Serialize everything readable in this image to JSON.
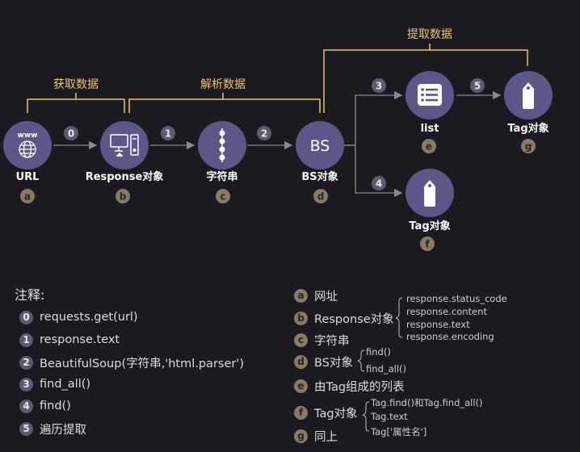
{
  "colors": {
    "background": "#1b1a20",
    "node": "#5d5787",
    "bracket": "#e9c46a",
    "badge_step": "#5e5a6e",
    "badge_letter": "#857b67",
    "arrow": "#8c8894"
  },
  "brackets": {
    "fetch": "获取数据",
    "parse": "解析数据",
    "extract": "提取数据"
  },
  "nodes": [
    {
      "id": "url",
      "icon": "www-globe-icon",
      "label": "URL",
      "letter": "a"
    },
    {
      "id": "response",
      "icon": "computer-icon",
      "label": "Response对象",
      "letter": "b"
    },
    {
      "id": "string",
      "icon": "string-beads-icon",
      "label": "字符串",
      "letter": "c"
    },
    {
      "id": "bs",
      "icon": "bs-text-icon",
      "icon_text": "BS",
      "label": "BS对象",
      "letter": "d"
    },
    {
      "id": "list",
      "icon": "list-icon",
      "label": "list",
      "letter": "e"
    },
    {
      "id": "tag-bottom",
      "icon": "tag-icon",
      "label": "Tag对象",
      "letter": "f"
    },
    {
      "id": "tag-right",
      "icon": "tag-icon",
      "label": "Tag对象",
      "letter": "g"
    }
  ],
  "steps": [
    "0",
    "1",
    "2",
    "3",
    "4",
    "5"
  ],
  "notes": {
    "title": "注释:",
    "steps": [
      {
        "num": "0",
        "text": "requests.get(url)"
      },
      {
        "num": "1",
        "text": "response.text"
      },
      {
        "num": "2",
        "text": "BeautifulSoup(字符串,'html.parser')"
      },
      {
        "num": "3",
        "text": "find_all()"
      },
      {
        "num": "4",
        "text": "find()"
      },
      {
        "num": "5",
        "text": "遍历提取"
      }
    ],
    "legend": [
      {
        "letter": "a",
        "text": "网址"
      },
      {
        "letter": "b",
        "text": "Response对象",
        "sub": [
          "response.status_code",
          "response.content",
          "response.text",
          "response.encoding"
        ]
      },
      {
        "letter": "c",
        "text": "字符串"
      },
      {
        "letter": "d",
        "text": "BS对象",
        "sub": [
          "find()",
          "find_all()"
        ]
      },
      {
        "letter": "e",
        "text": "由Tag组成的列表"
      },
      {
        "letter": "f",
        "text": "Tag对象",
        "sub": [
          "Tag.find()和Tag.find_all()",
          "Tag.text",
          "Tag['属性名']"
        ]
      },
      {
        "letter": "g",
        "text": "同上"
      }
    ]
  }
}
